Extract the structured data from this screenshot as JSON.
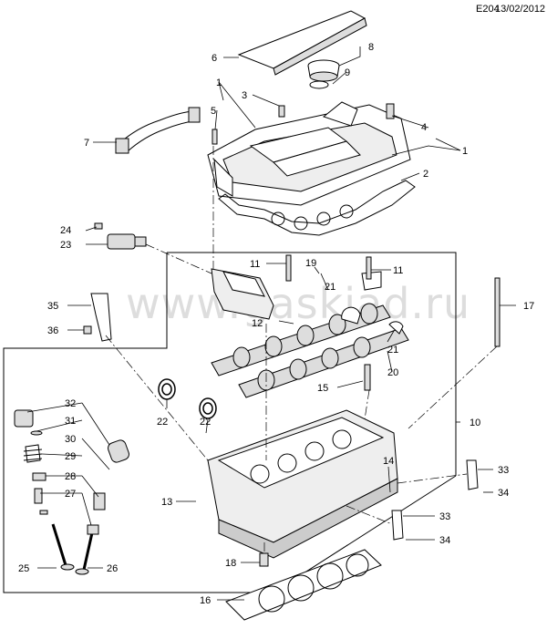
{
  "header": {
    "code": "E204",
    "date": "13/02/2012"
  },
  "watermark": "www.gaskiad.ru",
  "callouts": {
    "c1": "1",
    "c2": "2",
    "c3": "3",
    "c4": "4",
    "c5": "5",
    "c6": "6",
    "c7": "7",
    "c8": "8",
    "c9": "9",
    "c10": "10",
    "c11": "11",
    "c12": "12",
    "c13": "13",
    "c14": "14",
    "c15": "15",
    "c16": "16",
    "c17": "17",
    "c18": "18",
    "c19": "19",
    "c20": "20",
    "c21": "21",
    "c22": "22",
    "c23": "23",
    "c24": "24",
    "c25": "25",
    "c26": "26",
    "c27": "27",
    "c28": "28",
    "c29": "29",
    "c30": "30",
    "c31": "31",
    "c32": "32",
    "c33": "33",
    "c34": "34",
    "c35": "35",
    "c36": "36"
  },
  "colors": {
    "line": "#000000",
    "fill": "#ffffff",
    "shade": "#d8d8d8",
    "dark": "#555555"
  }
}
